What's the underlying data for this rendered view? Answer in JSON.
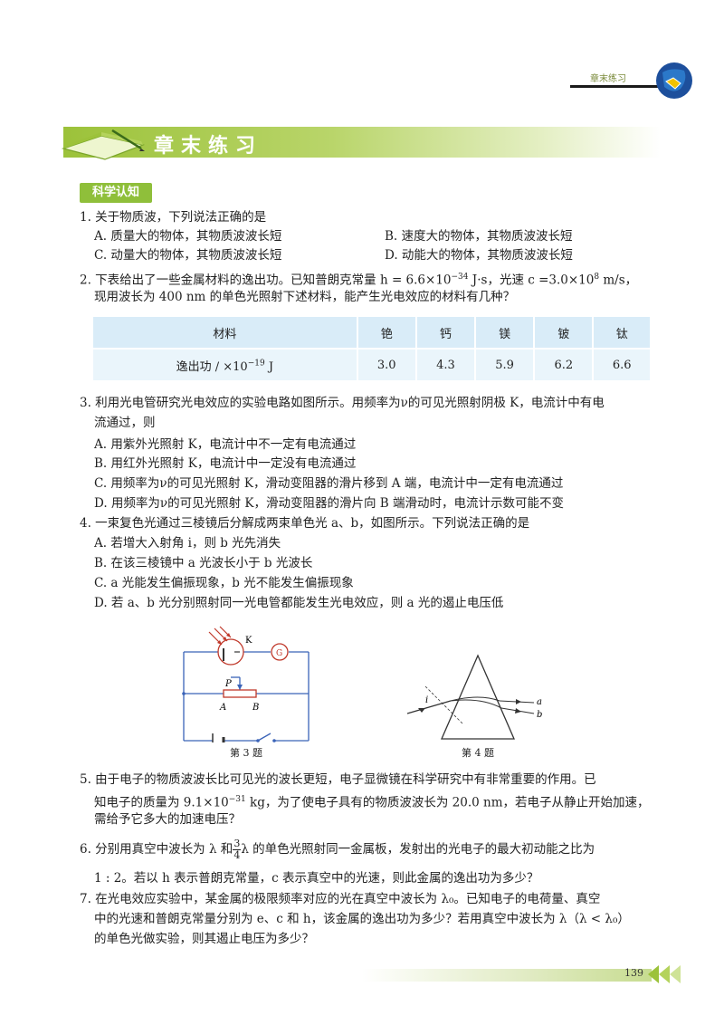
{
  "header": {
    "corner_label": "章末练习"
  },
  "banner": {
    "title": "章末练习"
  },
  "section": {
    "label": "科学认知"
  },
  "q1": {
    "stem": "1. 关于物质波，下列说法正确的是",
    "opts": [
      "A. 质量大的物体，其物质波波长短",
      "B. 速度大的物体，其物质波波长短",
      "C. 动量大的物体，其物质波波长短",
      "D. 动能大的物体，其物质波波长短"
    ]
  },
  "q2": {
    "line1_a": "2. 下表给出了一些金属材料的逸出功。已知普朗克常量 h = 6.6×10",
    "line1_exp": "−34",
    "line1_b": " J·s，光速 c =3.0×10",
    "line1_exp2": "8",
    "line1_c": " m/s，",
    "line2": "现用波长为 400 nm 的单色光照射下述材料，能产生光电效应的材料有几种？",
    "table": {
      "header": [
        "材料",
        "铯",
        "钙",
        "镁",
        "铍",
        "钛"
      ],
      "row_label_a": "逸出功 / ×10",
      "row_label_exp": "−19",
      "row_label_b": " J",
      "values": [
        "3.0",
        "4.3",
        "5.9",
        "6.2",
        "6.6"
      ]
    }
  },
  "q3": {
    "line1": "3. 利用光电管研究光电效应的实验电路如图所示。用频率为ν的可见光照射阴极 K，电流计中有电",
    "line2": "流通过，则",
    "opts": [
      "A. 用紫外光照射 K，电流计中不一定有电流通过",
      "B. 用红外光照射 K，电流计中一定没有电流通过",
      "C. 用频率为ν的可见光照射 K，滑动变阻器的滑片移到 A 端，电流计中一定有电流通过",
      "D. 用频率为ν的可见光照射 K，滑动变阻器的滑片向 B 端滑动时，电流计示数可能不变"
    ]
  },
  "q4": {
    "stem": "4. 一束复色光通过三棱镜后分解成两束单色光 a、b，如图所示。下列说法正确的是",
    "opts": [
      "A. 若增大入射角 i，则 b 光先消失",
      "B. 在该三棱镜中 a 光波长小于 b 光波长",
      "C. a 光能发生偏振现象，b 光不能发生偏振现象",
      "D. 若 a、b 光分别照射同一光电管都能发生光电效应，则 a 光的遏止电压低"
    ]
  },
  "fig3": {
    "caption": "第 3 题",
    "labels": {
      "K": "K",
      "G": "G",
      "P": "P",
      "A": "A",
      "B": "B"
    }
  },
  "fig4": {
    "caption": "第 4 题",
    "labels": {
      "i": "i",
      "a": "a",
      "b": "b"
    }
  },
  "q5": {
    "line1": "5. 由于电子的物质波波长比可见光的波长更短，电子显微镜在科学研究中有非常重要的作用。已",
    "line2_a": "知电子的质量为 9.1×10",
    "line2_exp": "−31",
    "line2_b": " kg，为了使电子具有的物质波波长为 20.0 nm，若电子从静止开始加速，",
    "line3": "需给予它多大的加速电压？"
  },
  "q6": {
    "line1_a": "6. 分别用真空中波长为 λ 和",
    "frac_num": "3",
    "frac_den": "4",
    "line1_b": "λ 的单色光照射同一金属板，发射出的光电子的最大初动能之比为",
    "line2": "1 : 2。若以 h 表示普朗克常量，c 表示真空中的光速，则此金属的逸出功为多少？"
  },
  "q7": {
    "line1": "7. 在光电效应实验中，某金属的极限频率对应的光在真空中波长为 λ₀。已知电子的电荷量、真空",
    "line2": "中的光速和普朗克常量分别为 e、c 和 h，该金属的逸出功为多少？若用真空中波长为 λ（λ < λ₀）",
    "line3": "的单色光做实验，则其遏止电压为多少？"
  },
  "footer": {
    "page": "139"
  }
}
